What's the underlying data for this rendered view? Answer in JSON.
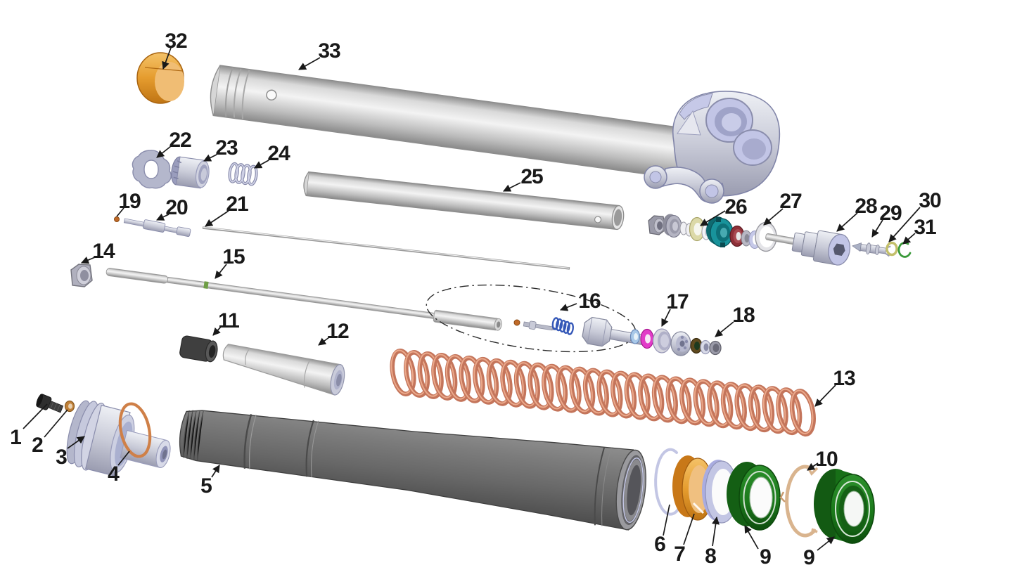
{
  "diagram": {
    "callouts": [
      {
        "text": "1"
      },
      {
        "text": "2"
      },
      {
        "text": "3"
      },
      {
        "text": "4"
      },
      {
        "text": "5"
      },
      {
        "text": "6"
      },
      {
        "text": "7"
      },
      {
        "text": "8"
      },
      {
        "text": "9"
      },
      {
        "text": "9"
      },
      {
        "text": "10"
      },
      {
        "text": "11"
      },
      {
        "text": "12"
      },
      {
        "text": "13"
      },
      {
        "text": "14"
      },
      {
        "text": "15"
      },
      {
        "text": "16"
      },
      {
        "text": "17"
      },
      {
        "text": "18"
      },
      {
        "text": "19"
      },
      {
        "text": "20"
      },
      {
        "text": "21"
      },
      {
        "text": "22"
      },
      {
        "text": "23"
      },
      {
        "text": "24"
      },
      {
        "text": "25"
      },
      {
        "text": "26"
      },
      {
        "text": "27"
      },
      {
        "text": "28"
      },
      {
        "text": "29"
      },
      {
        "text": "30"
      },
      {
        "text": "31"
      },
      {
        "text": "32"
      },
      {
        "text": "33"
      }
    ]
  },
  "colors": {
    "background": "#ffffff",
    "line": "#191919",
    "orange_bushing": "#e8a23c",
    "orange_ring": "#cf8048",
    "copper_spring": "#c4755b",
    "green_seal": "#1b7a1b",
    "teal_piston": "#18939b",
    "pink_washer": "#e23cc8",
    "maroon_washer": "#8e3038",
    "tan_clip": "#d9b48e",
    "yellow_washer": "#dcd9a8",
    "green_clip": "#3a9a3a",
    "blue_spring": "#3558b8",
    "green_band": "#6f9e45",
    "dark_tube": "#6b6b6b",
    "lavender_tint": "#c2c5e6",
    "silver": "#c9cbd4"
  }
}
